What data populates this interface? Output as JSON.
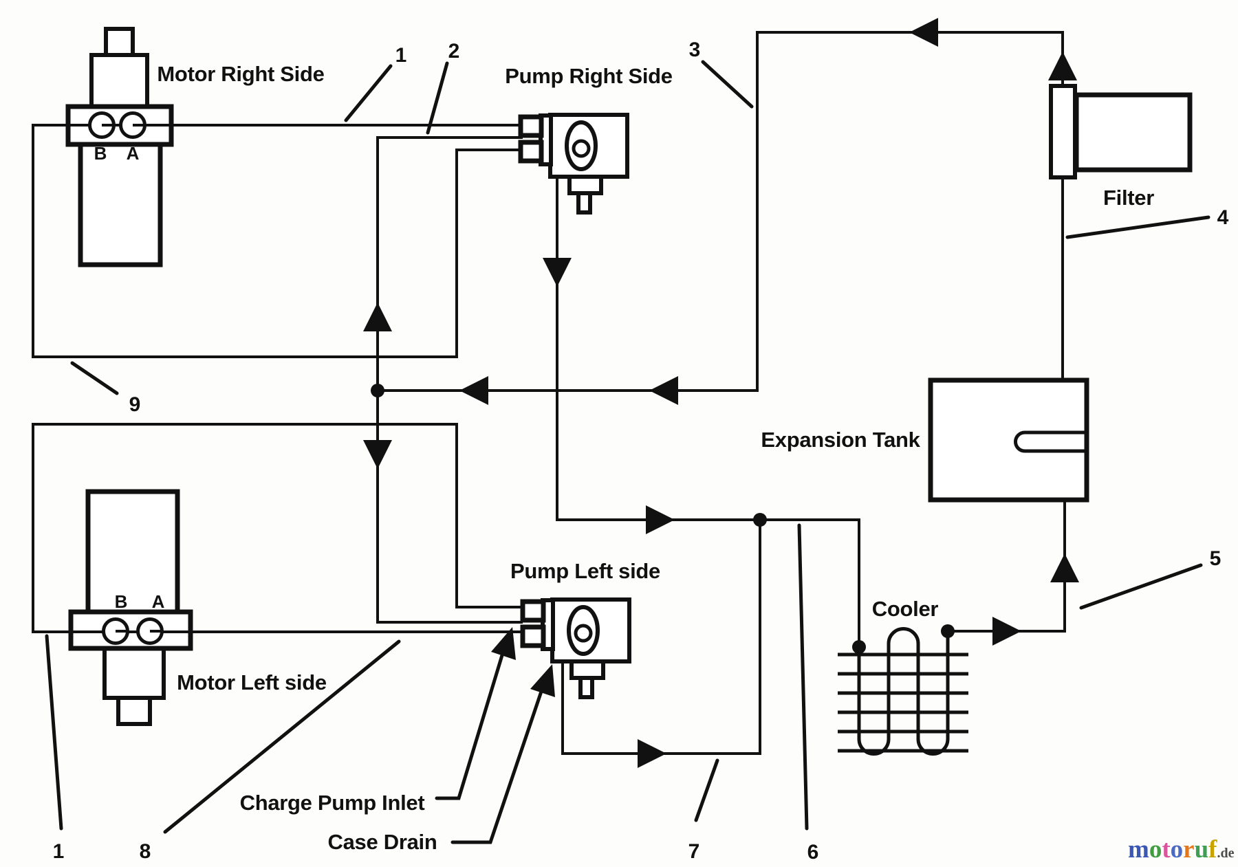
{
  "page": {
    "background": "#fdfdfc",
    "ink": "#111111"
  },
  "labels": {
    "motor_right": "Motor Right Side",
    "pump_right": "Pump Right Side",
    "filter": "Filter",
    "expansion_tank": "Expansion Tank",
    "cooler": "Cooler",
    "pump_left": "Pump Left side",
    "motor_left": "Motor Left side",
    "charge_pump_inlet": "Charge Pump Inlet",
    "case_drain": "Case Drain"
  },
  "ports": {
    "right": {
      "b": "B",
      "a": "A"
    },
    "left": {
      "b": "B",
      "a": "A"
    }
  },
  "callouts": {
    "top_1": "1",
    "top_2": "2",
    "top_3": "3",
    "right_4": "4",
    "right_5": "5",
    "left_9": "9",
    "bottom_1": "1",
    "bottom_8": "8",
    "bottom_7": "7",
    "bottom_6": "6"
  },
  "watermark": {
    "letters": [
      {
        "ch": "m",
        "color": "#3a57b5"
      },
      {
        "ch": "o",
        "color": "#3f9e3f"
      },
      {
        "ch": "t",
        "color": "#d9569c"
      },
      {
        "ch": "o",
        "color": "#4b6ac4"
      },
      {
        "ch": "r",
        "color": "#e4771c"
      },
      {
        "ch": "u",
        "color": "#3f9e54"
      },
      {
        "ch": "f",
        "color": "#c9a400"
      }
    ],
    "suffix": ".de",
    "suffix_color": "#4a4a4a"
  }
}
